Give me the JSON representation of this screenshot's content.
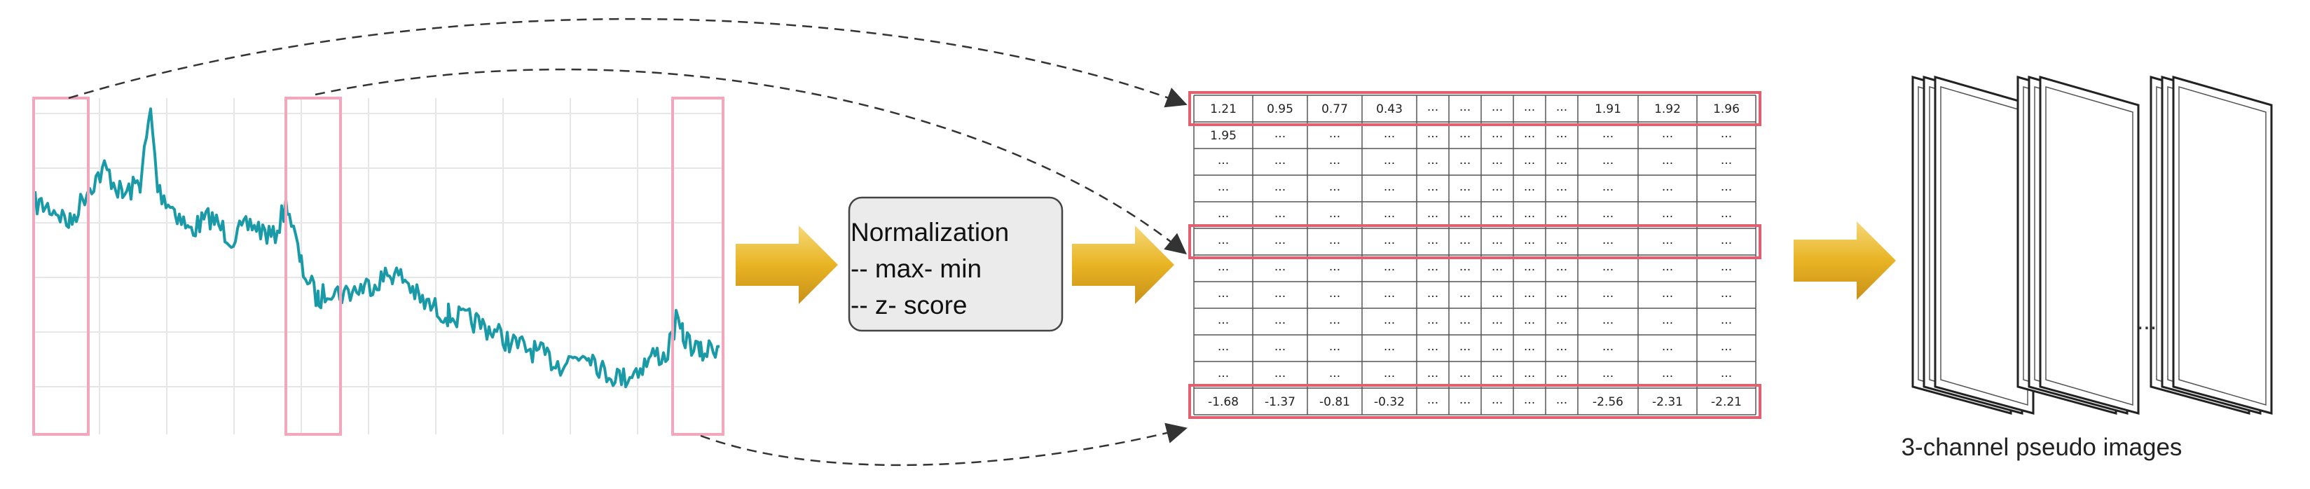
{
  "diagram": {
    "normalization_box": {
      "lines": [
        "Normalization",
        "-- max- min",
        "-- z- score"
      ]
    },
    "matrix": {
      "top_row": [
        "1.21",
        "0.95",
        "0.77",
        "0.43",
        "...",
        "...",
        "...",
        "...",
        "...",
        "1.91",
        "1.92",
        "1.96"
      ],
      "second_row_first": "1.95",
      "bottom_row": [
        "-1.68",
        "-1.37",
        "-0.81",
        "-0.32",
        "...",
        "...",
        "...",
        "...",
        "...",
        "-2.56",
        "-2.31",
        "-2.21"
      ],
      "filler": "..."
    },
    "output_label": "3-channel pseudo images",
    "stack_ellipsis": "...",
    "colors": {
      "series_line": "#1a9aa6",
      "highlight_box": "#f2a7bd",
      "row_highlight": "#e06070",
      "arrow_fill": "#e8b423",
      "box_fill": "#ebebeb"
    }
  }
}
